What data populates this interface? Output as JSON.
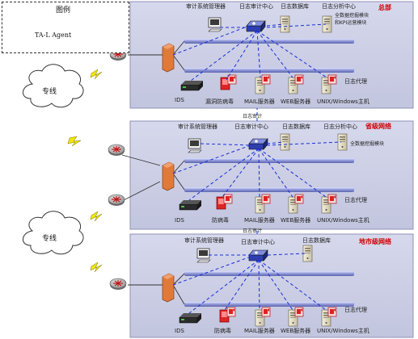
{
  "legend": {
    "title": "图例",
    "agent_label": "TA-L Agent"
  },
  "colors": {
    "panel_fill": "#c9cbe2",
    "panel_border": "#8f92b8",
    "bus": "#9aa0d8",
    "dashed_link": "#1a2fd6",
    "site_label": "#d00000",
    "firewall": "#e07a3a",
    "cloud_link": "#f2e600"
  },
  "clouds": [
    {
      "label": "专线"
    },
    {
      "label": "专线"
    }
  ],
  "sites": [
    {
      "site_label": "总部",
      "top_labels": [
        "审计系统管理器",
        "日志审计中心",
        "日志数据库",
        "日志分析中心"
      ],
      "module_label_1": "全数据挖掘模块",
      "module_label_2": "和KPI运营模块",
      "agent_label": "日志代理",
      "bottom_labels": [
        "IDS",
        "漏洞防病毒",
        "MAIL服务器",
        "WEB服务器",
        "UNIX/Windows主机"
      ]
    },
    {
      "site_label": "省级网络",
      "top_labels": [
        "审计系统管理器",
        "日志审计中心",
        "日志数据库",
        "日志分析中心"
      ],
      "module_label_1": "全数据挖掘模块",
      "agent_label": "日志代理",
      "bottom_labels": [
        "IDS",
        "防病毒",
        "MAIL服务器",
        "WEB服务器",
        "UNIX/Windows主机"
      ],
      "link_label": "日志审计"
    },
    {
      "site_label": "地市级网络",
      "top_labels": [
        "审计系统管理器",
        "日志审计中心",
        "日志数据库"
      ],
      "agent_label": "日志代理",
      "bottom_labels": [
        "IDS",
        "防病毒",
        "MAIL服务器",
        "WEB服务器",
        "UNIX/Windows主机"
      ],
      "link_label": "日志审计"
    }
  ]
}
